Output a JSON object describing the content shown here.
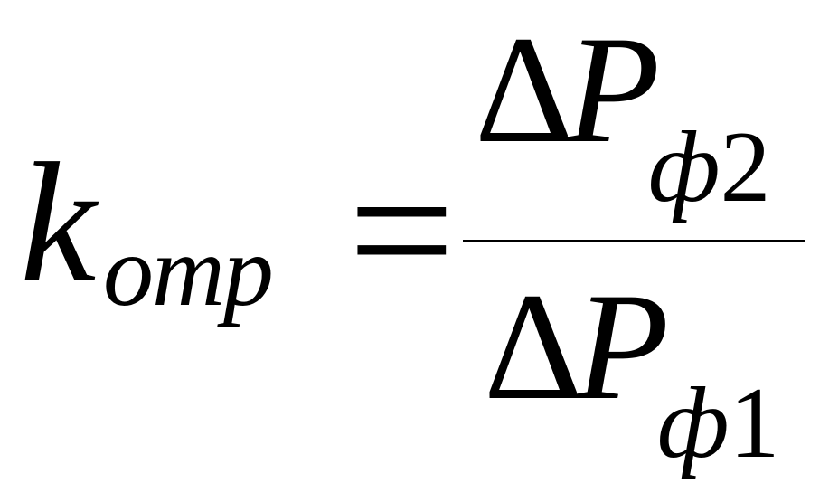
{
  "formula": {
    "lhs": {
      "symbol": "k",
      "subscript": "отр"
    },
    "operator": "=",
    "numerator": {
      "delta": "Δ",
      "symbol": "P",
      "subscript_symbol": "ф",
      "subscript_index": "2"
    },
    "denominator": {
      "delta": "Δ",
      "symbol": "P",
      "subscript_symbol": "ф",
      "subscript_index": "1"
    }
  }
}
